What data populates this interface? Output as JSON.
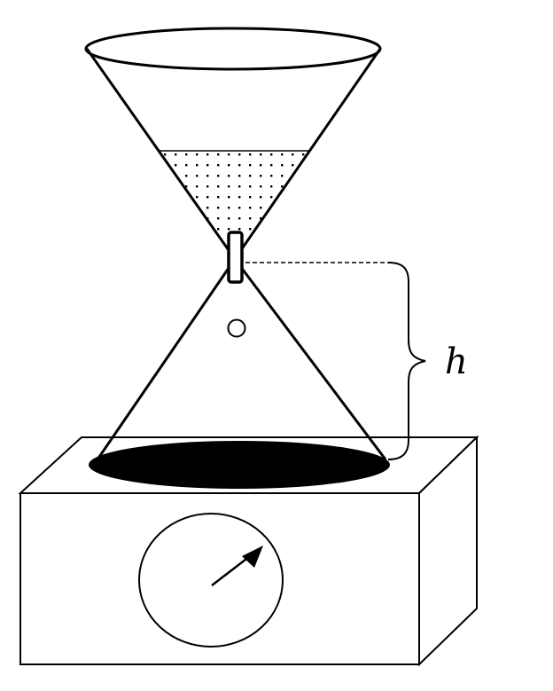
{
  "diagram": {
    "height_label": "h",
    "colors": {
      "stroke": "#000000",
      "background": "#ffffff",
      "sand_dots": "#000000",
      "base_pile": "#000000"
    },
    "parts": [
      "hourglass-upper-cone",
      "sand-in-upper-cone",
      "neck-tube",
      "falling-grain",
      "hourglass-lower-cone",
      "sand-pile-at-bottom",
      "height-dashed-line",
      "height-brace",
      "scale-box",
      "scale-dial",
      "scale-needle"
    ]
  }
}
